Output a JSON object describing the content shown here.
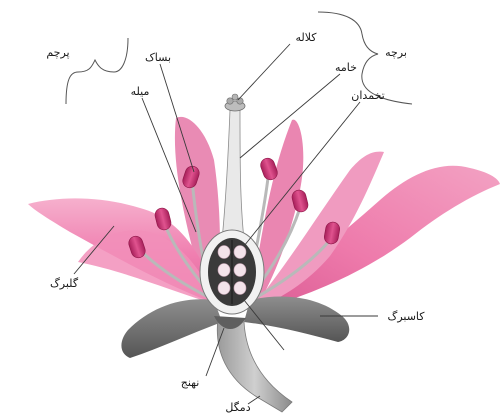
{
  "diagram": {
    "labels": {
      "stamen_group": "پرچم",
      "anther": "بساک",
      "filament": "میله",
      "stigma": "کلاله",
      "pistil_group": "برچه",
      "style": "خامه",
      "ovary": "تخمدان",
      "petal": "گلبرگ",
      "sepal": "کاسبرگ",
      "receptacle": "نهنج",
      "pedicel": "دمگل"
    },
    "colors": {
      "petal": "#f07fb0",
      "petal_light": "#f6b0cd",
      "petal_dark": "#d9588f",
      "anther": "#c8286e",
      "sepal": "#6f6f6f",
      "sepal_light": "#9a9a9a",
      "stalk": "#b5b5b5",
      "ovary_fill": "#3a3a3a",
      "ovule": "#f3e3ea"
    }
  }
}
